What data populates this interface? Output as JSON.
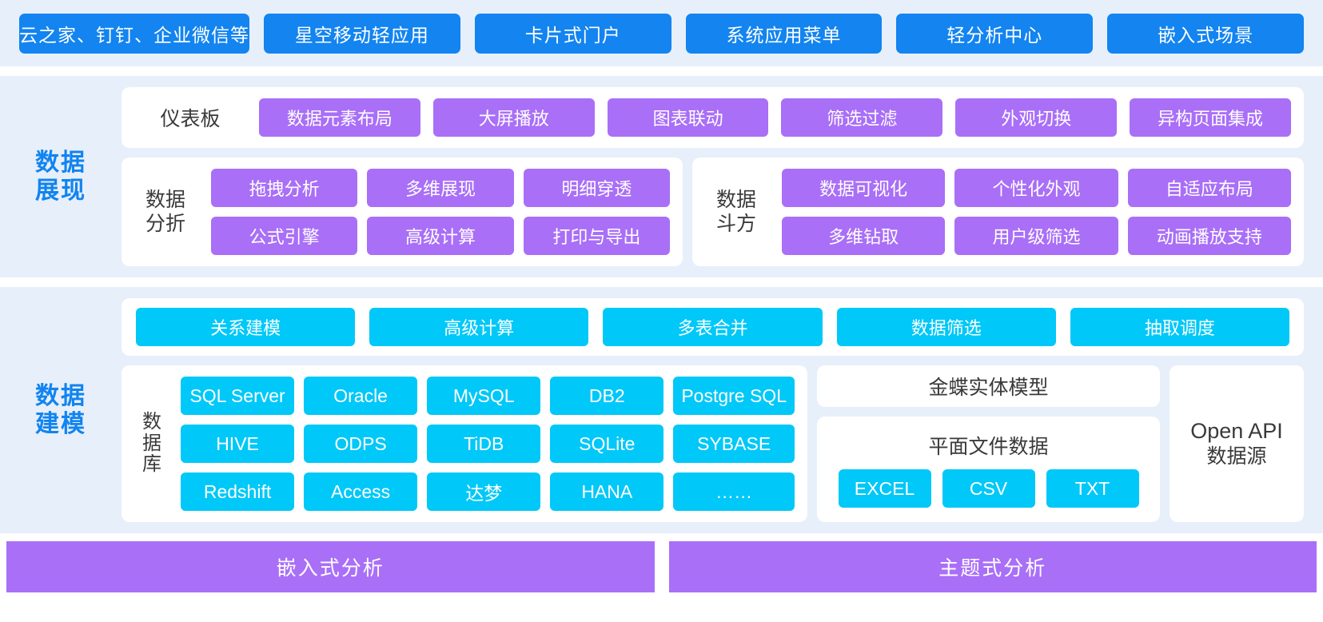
{
  "apps_row": {
    "items": [
      "云之家、钉钉、企业微信等",
      "星空移动轻应用",
      "卡片式门户",
      "系统应用菜单",
      "轻分析中心",
      "嵌入式场景"
    ]
  },
  "presentation": {
    "label_line1": "数据",
    "label_line2": "展现",
    "dashboard": {
      "title": "仪表板",
      "items": [
        "数据元素布局",
        "大屏播放",
        "图表联动",
        "筛选过滤",
        "外观切换",
        "异构页面集成"
      ]
    },
    "analysis": {
      "title_line1": "数据",
      "title_line2": "分折",
      "items": [
        "拖拽分析",
        "多维展现",
        "明细穿透",
        "公式引擎",
        "高级计算",
        "打印与导出"
      ]
    },
    "doufang": {
      "title_line1": "数据",
      "title_line2": "斗方",
      "items": [
        "数据可视化",
        "个性化外观",
        "自适应布局",
        "多维钻取",
        "用户级筛选",
        "动画播放支持"
      ]
    }
  },
  "modeling": {
    "label_line1": "数据",
    "label_line2": "建模",
    "top_items": [
      "关系建模",
      "高级计算",
      "多表合并",
      "数据筛选",
      "抽取调度"
    ],
    "database": {
      "label_chars": [
        "数",
        "据",
        "库"
      ],
      "items": [
        "SQL Server",
        "Oracle",
        "MySQL",
        "DB2",
        "Postgre SQL",
        "HIVE",
        "ODPS",
        "TiDB",
        "SQLite",
        "SYBASE",
        "Redshift",
        "Access",
        "达梦",
        "HANA",
        "……"
      ]
    },
    "kingdee_model": "金蝶实体模型",
    "flat_file": {
      "title": "平面文件数据",
      "items": [
        "EXCEL",
        "CSV",
        "TXT"
      ]
    },
    "open_api": {
      "line1": "Open API",
      "line2": "数据源"
    }
  },
  "bottom_bars": [
    "嵌入式分析",
    "主题式分析"
  ],
  "colors": {
    "blue": "#1384f0",
    "purple": "#a96ff7",
    "cyan": "#00c8f8",
    "band": "#e7effa",
    "label_blue": "#1184f0"
  }
}
